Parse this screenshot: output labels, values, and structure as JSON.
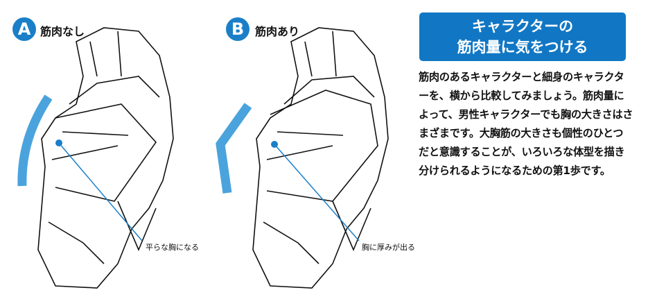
{
  "panel_a": {
    "badge": "A",
    "label": "筋肉なし",
    "caption": "平らな胸になる"
  },
  "panel_b": {
    "badge": "B",
    "label": "筋肉あり",
    "caption": "胸に厚みが出る"
  },
  "title": {
    "line1": "キャラクターの",
    "line2": "筋肉量に気をつける"
  },
  "body": "筋肉のあるキャラクターと細身のキャラクターを、横から比較してみましょう。筋肉量によって、男性キャラクターでも胸の大きさはさまざまです。大胸筋の大きさも個性のひとつだと意識することが、いろいろな体型を描き分けられるようになるための第1歩です。",
  "colors": {
    "accent": "#1177c4",
    "marker": "#4aa3dc"
  }
}
